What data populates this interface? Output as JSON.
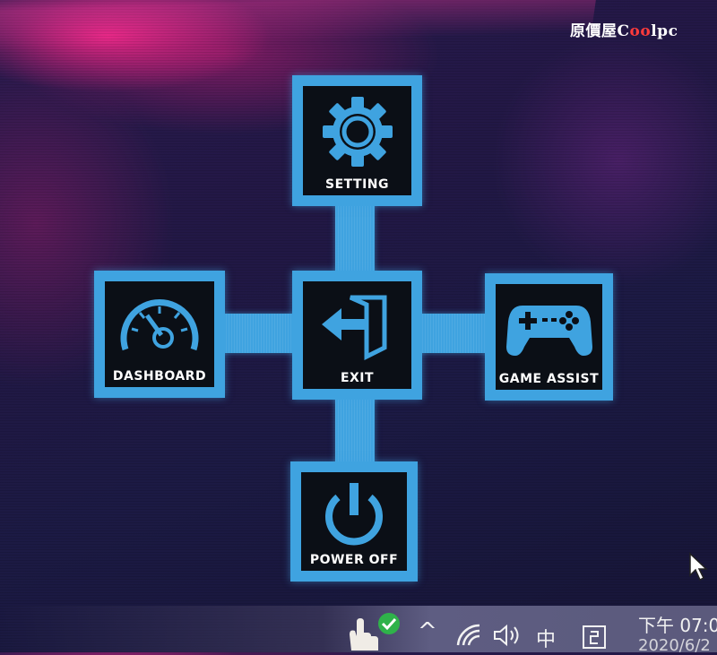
{
  "watermark": {
    "prefix": "原價屋",
    "brand_c": "C",
    "brand_oo": "oo",
    "brand_rest": "lpc"
  },
  "osd_menu": {
    "accent_color": "#3fa3e0",
    "items": [
      {
        "id": "setting",
        "label": "SETTING",
        "icon": "gear-icon"
      },
      {
        "id": "dashboard",
        "label": "DASHBOARD",
        "icon": "speedometer-icon"
      },
      {
        "id": "exit",
        "label": "EXIT",
        "icon": "exit-door-icon"
      },
      {
        "id": "game_assist",
        "label": "GAME ASSIST",
        "icon": "gamepad-icon"
      },
      {
        "id": "power_off",
        "label": "POWER OFF",
        "icon": "power-icon"
      }
    ]
  },
  "taskbar": {
    "chevron": "^",
    "ime": "中",
    "time": "下午 07:0",
    "date": "2020/6/2",
    "icons": [
      "hand-pointer-icon",
      "check-badge-icon",
      "wifi-icon",
      "volume-icon",
      "ime-icon",
      "notification-icon"
    ]
  }
}
